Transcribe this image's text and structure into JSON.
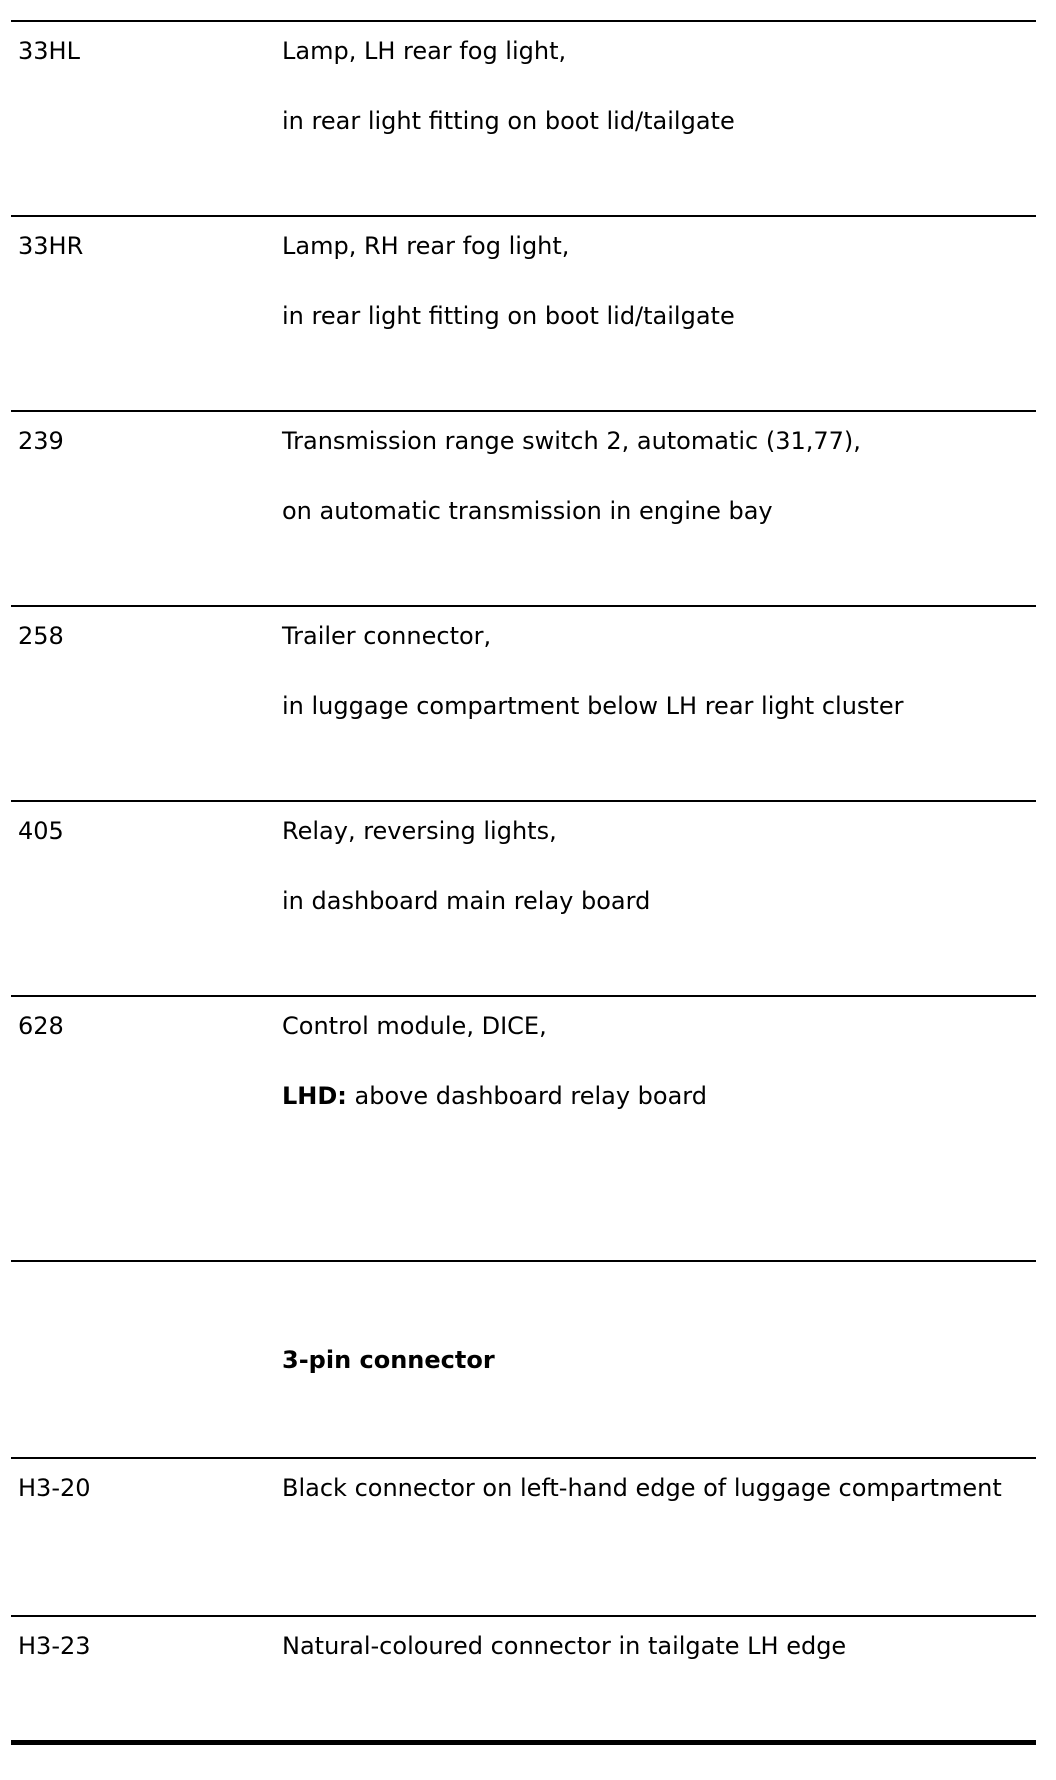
{
  "rows": [
    {
      "code": "33HL",
      "line1": "Lamp, LH rear fog light,",
      "line2": "in rear light fitting on boot lid/tailgate"
    },
    {
      "code": "33HR",
      "line1": "Lamp, RH rear fog light,",
      "line2": "in rear light fitting on boot lid/tailgate"
    },
    {
      "code": "239",
      "line1": "Transmission range switch 2, automatic (31,77),",
      "line2": "on automatic transmission in engine bay"
    },
    {
      "code": "258",
      "line1": "Trailer connector,",
      "line2": "in luggage compartment below LH rear light cluster"
    },
    {
      "code": "405",
      "line1": "Relay, reversing lights,",
      "line2": "in dashboard main relay board"
    },
    {
      "code": "628",
      "line1": "Control module, DICE,",
      "line2_label": "LHD:",
      "line2_rest": " above dashboard relay board"
    }
  ],
  "section": {
    "heading": "3-pin connector"
  },
  "connectors": [
    {
      "code": "H3-20",
      "desc": "Black connector on left-hand edge of luggage compartment"
    },
    {
      "code": "H3-23",
      "desc": "Natural-coloured connector in tailgate LH edge"
    }
  ]
}
